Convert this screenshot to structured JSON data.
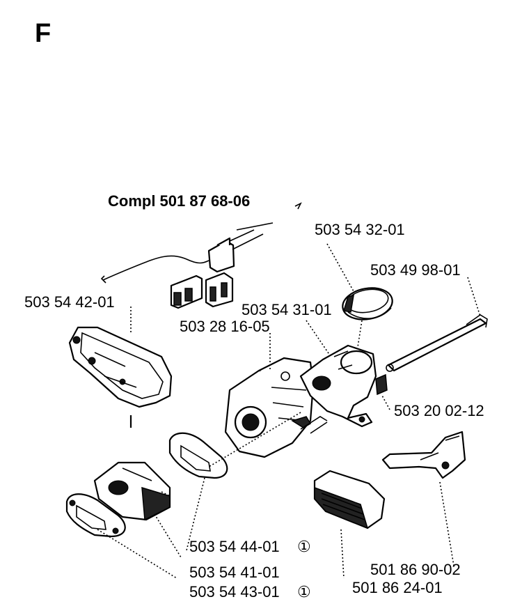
{
  "section_letter": "F",
  "assembly_label": "Compl 501 87 68-06",
  "marker_symbol": "①",
  "labels": {
    "p1": "503 54 32-01",
    "p2": "503 49 98-01",
    "p3": "503 54 42-01",
    "p4": "503 54 31-01",
    "p5": "503 28 16-05",
    "p6": "503 20 02-12",
    "p7": "503 54 44-01",
    "p8": "503 54 41-01",
    "p9": "503 54 43-01",
    "p10": "501 86 90-02",
    "p11": "501 86 24-01"
  }
}
